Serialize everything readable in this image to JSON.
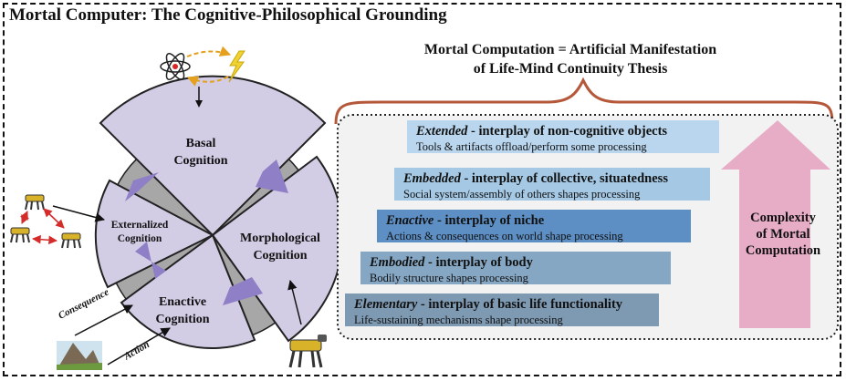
{
  "title": "Mortal Computer: The Cognitive-Philosophical Grounding",
  "heading": {
    "line1": "Mortal Computation = Artificial Manifestation",
    "line2": "of Life-Mind Continuity Thesis"
  },
  "wheel": {
    "basal": [
      "Basal",
      "Cognition"
    ],
    "morphological": [
      "Morphological",
      "Cognition"
    ],
    "enactive": [
      "Enactive",
      "Cognition"
    ],
    "externalized": [
      "Externalized",
      "Cognition"
    ]
  },
  "side_labels": {
    "consequence": "Consequence",
    "action": "Action"
  },
  "layers": [
    {
      "keyword": "Extended",
      "rest": " - interplay of non-cognitive objects",
      "desc": "Tools & artifacts offload/perform some processing",
      "color": "#b9d6ee"
    },
    {
      "keyword": "Embedded",
      "rest": " - interplay of collective, situatedness",
      "desc": "Social system/assembly of others shapes processing",
      "color": "#a5c9e5"
    },
    {
      "keyword": "Enactive",
      "rest": " - interplay of niche",
      "desc": "Actions & consequences on world shape processing",
      "color": "#5d8fc4"
    },
    {
      "keyword": "Embodied",
      "rest": " - interplay of body",
      "desc": "Bodily structure shapes processing",
      "color": "#86a7c4"
    },
    {
      "keyword": "Elementary",
      "rest": " - interplay of basic life functionality",
      "desc": "Life-sustaining mechanisms shape processing",
      "color": "#7e99b2"
    }
  ],
  "complexity": [
    "Complexity",
    "of Mortal",
    "Computation"
  ],
  "colors": {
    "wheel_fill": "#d3cce5",
    "wheel_arrow": "#8f7fc6",
    "hub": "#a7a7a7",
    "brace": "#b5583a",
    "big_arrow": "#e7adc6"
  },
  "icons": [
    "atom-icon",
    "lightning-icon",
    "robot-dog-icon",
    "mountain-landscape-icon"
  ]
}
